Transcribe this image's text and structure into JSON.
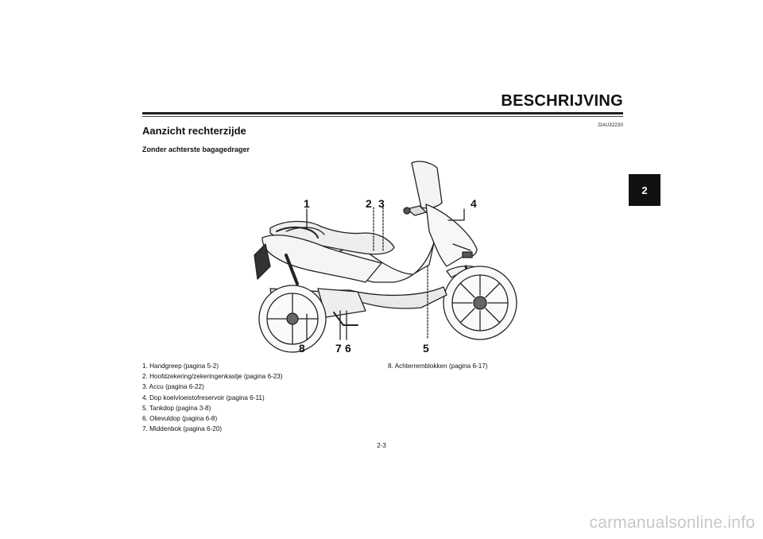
{
  "header": {
    "title": "BESCHRIJVING"
  },
  "chapter_tab": "2",
  "doc_code": "DAU32230",
  "section": {
    "title": "Aanzicht rechterzijde",
    "subtitle": "Zonder achterste bagagedrager"
  },
  "callouts": {
    "c1": "1",
    "c2": "2",
    "c3": "3",
    "c4": "4",
    "c5": "5",
    "c6": "6",
    "c7": "7",
    "c8": "8"
  },
  "legend": [
    "1. Handgreep (pagina 5-2)",
    "2. Hoofdzekering/zekeringenkastje (pagina 6-23)",
    "3. Accu (pagina 6-22)",
    "4. Dop koelvloeistofreservoir (pagina 6-11)",
    "5. Tankdop (pagina 3-8)",
    "6. Olievuldop (pagina 6-8)",
    "7. Middenbok (pagina 6-20)",
    "8. Achterremblokken (pagina 6-17)"
  ],
  "page_number": "2-3",
  "watermark": "carmanualsonline.info"
}
